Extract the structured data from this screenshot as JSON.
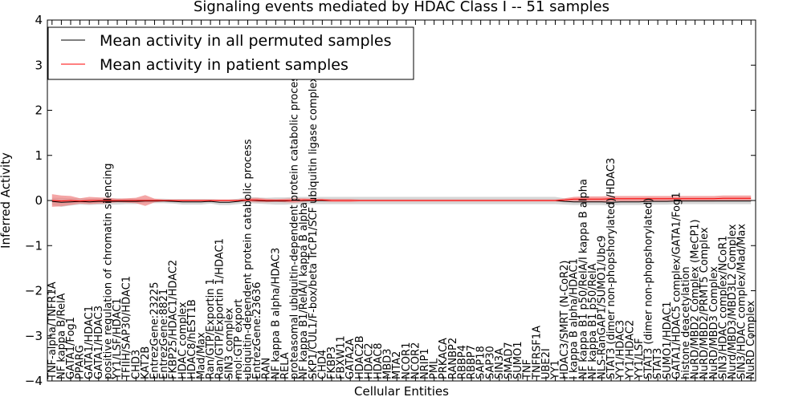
{
  "chart_data": {
    "type": "line",
    "title": "Signaling events mediated by HDAC Class I -- 51 samples",
    "xlabel": "Cellular Entities",
    "ylabel": "Inferred Activity",
    "ylim": [
      -4,
      4
    ],
    "yticks": [
      "−4",
      "−3",
      "−2",
      "−1",
      "0",
      "1",
      "2",
      "3",
      "4"
    ],
    "ytick_values": [
      -4,
      -3,
      -2,
      -1,
      0,
      1,
      2,
      3,
      4
    ],
    "grid": false,
    "legend_placement": "top-left",
    "colors": {
      "permuted": "#000000",
      "patient": "#ff0000",
      "permuted_band": "#c8c8c8",
      "patient_band": "#f08080"
    },
    "categories": [
      "TNF-alpha/TNFR1A",
      "NF kappa B/RelA",
      "GATA1/Fog1",
      "PPARG",
      "GATA1/HDAC1",
      "GATA1/HDAC3",
      "positive regulation of chromatin silencing",
      "YY1/LSF/HDAC1",
      "TFIIH/SAP30/HDAC1",
      "CHD3",
      "KAT2B",
      "EntrezGene:23225",
      "EntrezGene:8821",
      "FKBP25/HDAC1/HDAC2",
      "HDAC complex",
      "HDAC8/hEST1B",
      "Mad/Max",
      "Ran/GTP/Exportin 1",
      "Ran/GTP/Exportin 1/HDAC1",
      "SIN3 complex",
      "mol:GTP export",
      "ubiquitin-dependent protein catabolic process",
      "EntrezGene:23636",
      "RAN",
      "NF kappa B alpha/HDAC3",
      "RELA",
      "proteasomal ubiquitin-dependent protein catabolic process",
      "NF kappa B1/RelA/I kappa B alpha",
      "SKP1/CUL1/F-box/beta TrCP1/SCF ubiquitin ligase complex",
      "CHD4",
      "FKBP3",
      "FBXW11",
      "GATA2A",
      "HDAC2B",
      "HDAC2",
      "HDAC8",
      "MBD3",
      "MTA2",
      "NCOR1",
      "NCOR2",
      "NRIP1",
      "PML",
      "PRKACA",
      "RANBP2",
      "RBBP4",
      "RBBP7",
      "SAP18",
      "SAP30",
      "SIN3A",
      "SMAD7",
      "SUMO1",
      "TNF",
      "TNFRSF1A",
      "UBE2I",
      "YY1",
      "HDAC3/SMRT (N-CoR2)",
      "I kappa B alpha/HDAC1",
      "NF kappa B1 p50/RelA/I kappa B alpha",
      "NF kappa B1 p50/RelA",
      "NLS-RanGAP1/SUMO1/Ubc9",
      "STAT3 (dimer non-phopshorylated)/HDAC3",
      "YY1/HDAC3",
      "YY1/HDAC2",
      "YY1/LSF",
      "STAT3 (dimer non-phopshorylated)",
      "STAT3",
      "SUMO1/HDAC1",
      "GATA1/HDAC5 complex/GATA1/Fog1",
      "histone deacetylation",
      "NuRD/MBD2 Complex (MeCP1)",
      "NuRD/MBD2/PRMT5 Complex",
      "NuRD/MBD3 Complex",
      "SIN3/HDAC complex/NCoR1",
      "Nurd/MBD3/MBD3L2 Complex",
      "SIN3/HDAC complex/Mad/Max",
      "NuRD Complex"
    ],
    "series": [
      {
        "name": "Mean activity in all permuted samples",
        "values": [
          -0.02,
          -0.04,
          -0.03,
          -0.02,
          -0.03,
          -0.02,
          -0.02,
          -0.02,
          -0.02,
          -0.02,
          -0.01,
          -0.01,
          -0.01,
          -0.02,
          -0.03,
          -0.03,
          -0.03,
          -0.02,
          -0.04,
          -0.04,
          -0.02,
          0.01,
          0.0,
          -0.01,
          -0.01,
          -0.01,
          0.0,
          0.0,
          0.0,
          0.0,
          0.0,
          0.0,
          0.0,
          0.0,
          0.0,
          0.0,
          0.0,
          0.0,
          0.0,
          0.0,
          0.0,
          0.0,
          0.0,
          0.0,
          0.0,
          0.0,
          0.0,
          0.0,
          0.0,
          0.0,
          0.0,
          0.0,
          0.0,
          0.0,
          0.0,
          -0.02,
          -0.03,
          -0.03,
          -0.03,
          -0.03,
          -0.04,
          -0.03,
          -0.03,
          -0.03,
          -0.02,
          -0.02,
          -0.02,
          -0.01,
          -0.01,
          -0.01,
          -0.01,
          -0.01,
          -0.01,
          -0.01,
          -0.01,
          -0.01
        ],
        "band": [
          0.08,
          0.1,
          0.08,
          0.07,
          0.07,
          0.07,
          0.07,
          0.07,
          0.06,
          0.06,
          0.05,
          0.05,
          0.05,
          0.05,
          0.06,
          0.06,
          0.06,
          0.05,
          0.06,
          0.06,
          0.06,
          0.07,
          0.07,
          0.07,
          0.08,
          0.08,
          0.08,
          0.08,
          0.08,
          0.08,
          0.08,
          0.08,
          0.08,
          0.08,
          0.08,
          0.08,
          0.08,
          0.08,
          0.08,
          0.08,
          0.08,
          0.08,
          0.08,
          0.08,
          0.08,
          0.08,
          0.08,
          0.08,
          0.08,
          0.08,
          0.08,
          0.08,
          0.08,
          0.08,
          0.08,
          0.07,
          0.07,
          0.07,
          0.07,
          0.07,
          0.07,
          0.07,
          0.07,
          0.07,
          0.07,
          0.07,
          0.07,
          0.07,
          0.07,
          0.07,
          0.07,
          0.07,
          0.07,
          0.07,
          0.07,
          0.07
        ]
      },
      {
        "name": "Mean activity in patient samples",
        "values": [
          0.0,
          -0.01,
          0.0,
          -0.01,
          0.0,
          0.0,
          0.0,
          0.0,
          0.0,
          0.0,
          0.0,
          0.0,
          0.0,
          0.0,
          0.0,
          0.0,
          0.0,
          0.0,
          0.0,
          0.0,
          0.0,
          0.01,
          0.01,
          0.0,
          0.0,
          0.0,
          0.0,
          0.01,
          0.01,
          0.01,
          0.0,
          0.0,
          0.0,
          0.0,
          0.0,
          0.0,
          0.0,
          0.0,
          0.0,
          0.0,
          0.0,
          0.0,
          0.0,
          0.0,
          0.0,
          0.0,
          0.0,
          0.0,
          0.0,
          0.0,
          0.0,
          0.0,
          0.0,
          0.0,
          0.0,
          0.01,
          0.03,
          0.03,
          0.03,
          0.03,
          0.04,
          0.04,
          0.04,
          0.04,
          0.04,
          0.04,
          0.04,
          0.04,
          0.04,
          0.04,
          0.04,
          0.04,
          0.05,
          0.05,
          0.05,
          0.05
        ],
        "band": [
          0.14,
          0.12,
          0.1,
          0.06,
          0.08,
          0.07,
          0.06,
          0.04,
          0.05,
          0.06,
          0.12,
          0.04,
          0.02,
          0.02,
          0.02,
          0.02,
          0.02,
          0.02,
          0.02,
          0.02,
          0.02,
          0.04,
          0.05,
          0.04,
          0.03,
          0.04,
          0.05,
          0.04,
          0.03,
          0.03,
          0.03,
          0.03,
          0.03,
          0.02,
          0.02,
          0.02,
          0.02,
          0.02,
          0.02,
          0.02,
          0.02,
          0.02,
          0.02,
          0.02,
          0.02,
          0.02,
          0.02,
          0.02,
          0.02,
          0.02,
          0.02,
          0.02,
          0.02,
          0.02,
          0.02,
          0.04,
          0.05,
          0.06,
          0.06,
          0.06,
          0.06,
          0.06,
          0.06,
          0.06,
          0.06,
          0.06,
          0.06,
          0.06,
          0.06,
          0.06,
          0.06,
          0.06,
          0.06,
          0.06,
          0.06,
          0.06
        ]
      }
    ]
  }
}
